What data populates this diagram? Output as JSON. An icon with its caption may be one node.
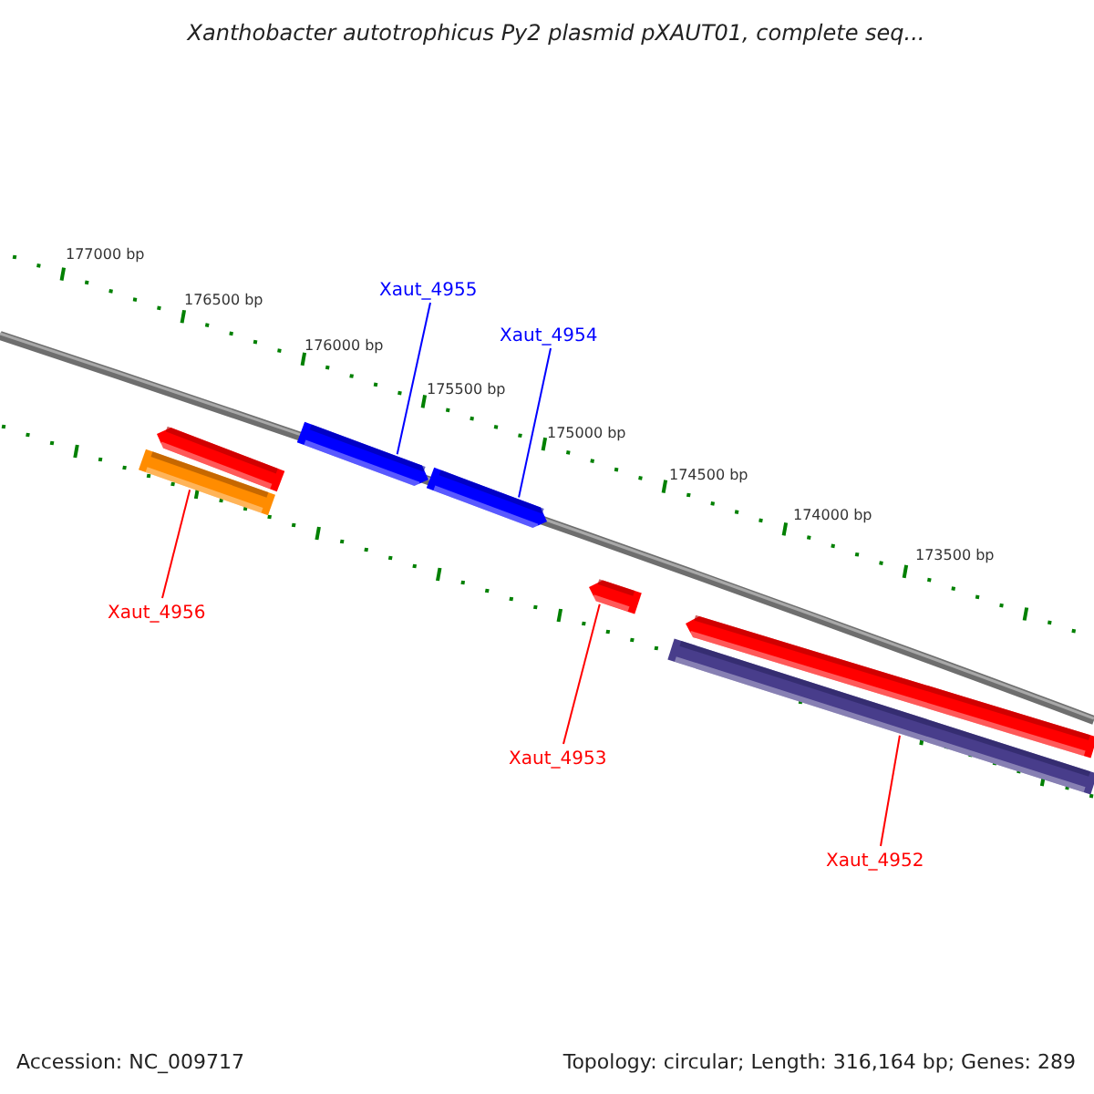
{
  "diagram": {
    "title": "Xanthobacter autotrophicus Py2 plasmid pXAUT01, complete seq...",
    "nodes": [
      {
        "text": [
          "Xaut_4955"
        ]
      },
      {
        "text": [
          "Xaut_4954"
        ]
      },
      {
        "text": [],
        "shape": "arrow"
      },
      {
        "text": [],
        "shape": "arrow"
      },
      {
        "text": [],
        "shape": "arrow"
      },
      {
        "text": [],
        "shape": "bar"
      },
      {
        "text": [],
        "shape": "arrow"
      },
      {
        "text": [],
        "shape": "arrow"
      },
      {
        "text": [],
        "shape": "bar"
      },
      {
        "text": [
          "Xaut_4956"
        ]
      },
      {
        "text": [
          "Xaut_4953"
        ]
      },
      {
        "text": [
          "Xaut_4952"
        ]
      }
    ],
    "edges": [
      {
        "from": 0,
        "to": 3,
        "arrow": "none",
        "color": "#0000ff"
      },
      {
        "from": 1,
        "to": 4,
        "arrow": "none",
        "color": "#0000ff"
      },
      {
        "from": 9,
        "to": 5,
        "arrow": "none"
      },
      {
        "from": 10,
        "to": 6,
        "arrow": "none"
      },
      {
        "from": 11,
        "to": 8,
        "arrow": "none"
      }
    ],
    "labels": [
      "177000 bp",
      "176500 bp",
      "176000 bp",
      "175500 bp",
      "175000 bp",
      "174500 bp",
      "174000 bp",
      "173500 bp",
      "Accession: NC_009717",
      "Topology: circular; Length: 316,164 bp; Genes: 289"
    ]
  }
}
